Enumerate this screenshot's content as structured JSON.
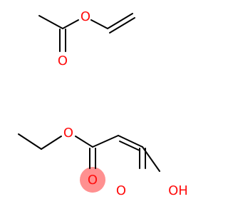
{
  "molecules": [
    {
      "atoms": [
        {
          "label": "O",
          "color": "#ff0d0d"
        },
        {
          "label": "O",
          "color": "#ff0d0d"
        }
      ]
    },
    {
      "atoms": [
        {
          "label": "O",
          "color": "#ff0d0d"
        },
        {
          "label": "O",
          "color": "#ff0d0d",
          "highlighted": true
        },
        {
          "label": "O",
          "color": "#ff0d0d"
        },
        {
          "label": "OH",
          "color": "#ff0d0d"
        }
      ],
      "highlight_color": "#ff8a8a"
    }
  ]
}
